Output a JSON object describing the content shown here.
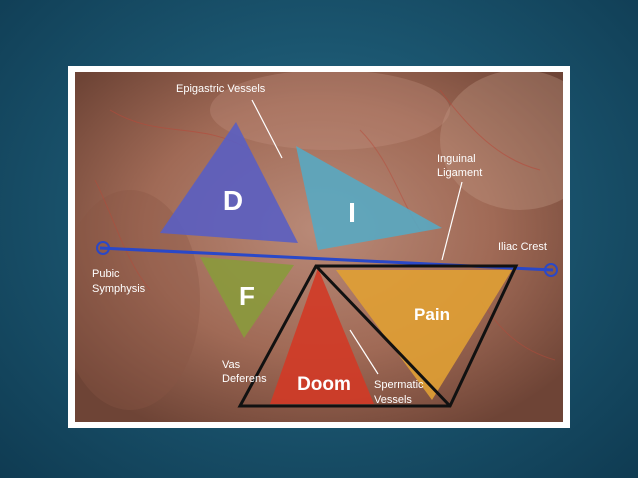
{
  "regions": {
    "d": "D",
    "i": "I",
    "f": "F",
    "pain": "Pain",
    "doom": "Doom"
  },
  "labels": {
    "epigastric": "Epigastric Vessels",
    "inguinal_line1": "Inguinal",
    "inguinal_line2": "Ligament",
    "iliac": "Iliac Crest",
    "pubic_line1": "Pubic",
    "pubic_line2": "Symphysis",
    "vas_line1": "Vas",
    "vas_line2": "Deferens",
    "spermatic_line1": "Spermatic",
    "spermatic_line2": "Vessels"
  },
  "colors": {
    "slide_background": "#1b5670",
    "tissue": "#a8725e",
    "d_triangle": "#5a5ec2",
    "i_triangle": "#58a8c2",
    "f_triangle": "#8a9a3c",
    "pain_triangle": "#e0a034",
    "doom_triangle": "#d23a26",
    "iliac_line": "#2a48c8",
    "outline": "#111111"
  }
}
